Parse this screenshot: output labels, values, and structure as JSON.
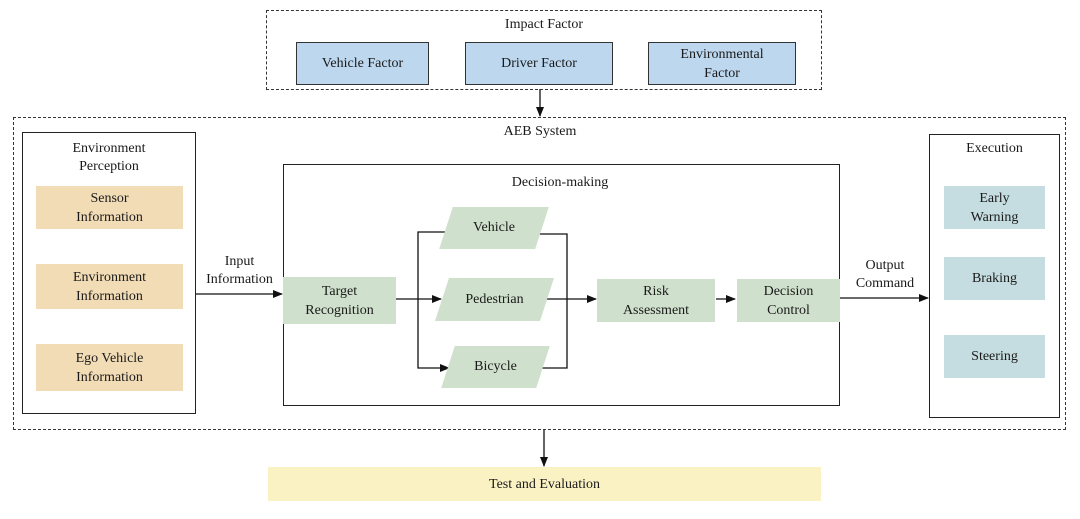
{
  "impact_factor": {
    "title": "Impact Factor",
    "items": [
      "Vehicle Factor",
      "Driver Factor",
      "Environmental\nFactor"
    ]
  },
  "aeb_system": {
    "title": "AEB System"
  },
  "environment_perception": {
    "title": "Environment\nPerception",
    "items": [
      "Sensor\nInformation",
      "Environment\nInformation",
      "Ego Vehicle\nInformation"
    ]
  },
  "input_label": "Input\nInformation",
  "decision_making": {
    "title": "Decision-making",
    "target_recognition": "Target\nRecognition",
    "targets": [
      "Vehicle",
      "Pedestrian",
      "Bicycle"
    ],
    "risk_assessment": "Risk\nAssessment",
    "decision_control": "Decision\nControl"
  },
  "output_label": "Output\nCommand",
  "execution": {
    "title": "Execution",
    "items": [
      "Early\nWarning",
      "Braking",
      "Steering"
    ]
  },
  "test_evaluation": "Test and Evaluation"
}
